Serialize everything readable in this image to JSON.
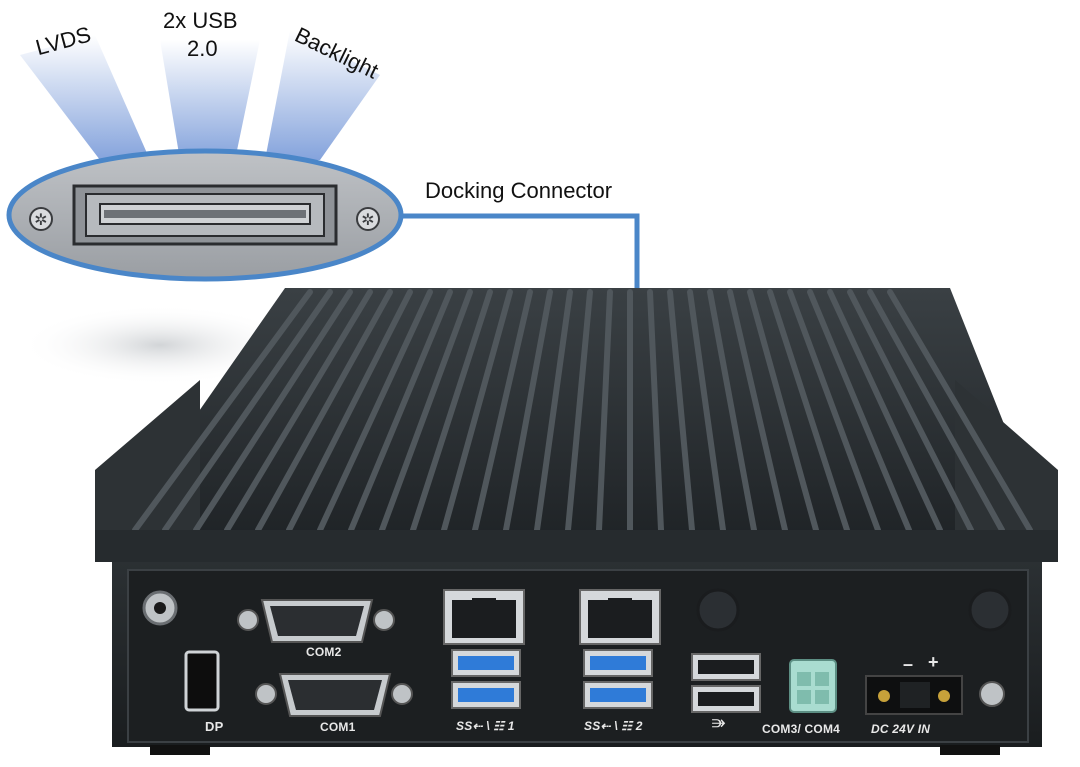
{
  "callout": {
    "label_lvds": "LVDS",
    "label_usb_line1": "2x USB",
    "label_usb_line2": "2.0",
    "label_backlight": "Backlight",
    "label_docking": "Docking Connector",
    "accent_color": "#4a86c8"
  },
  "ports": {
    "dp": "DP",
    "com1": "COM1",
    "com2": "COM2",
    "lan1_usb3": "SS⇠ \\ ☷ 1",
    "lan2_usb3": "SS⇠ \\ ☷ 2",
    "usb2": "⭄",
    "com34": "COM3/ COM4",
    "dc_in": "DC 24V IN",
    "dc_minus": "–",
    "dc_plus": "+"
  }
}
